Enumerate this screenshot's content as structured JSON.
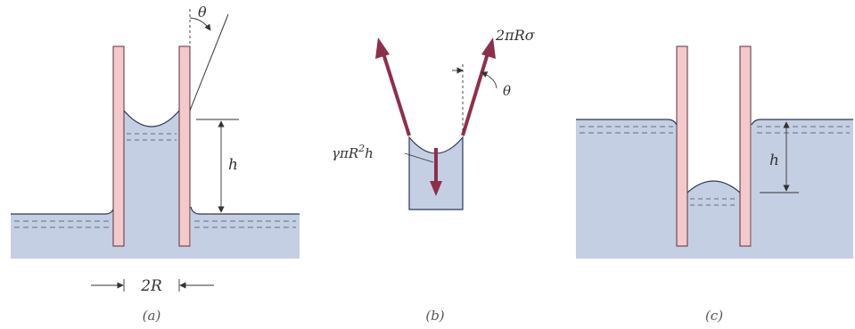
{
  "colors": {
    "fluid": "#c5cfe3",
    "fluid_edge": "#2c3a5a",
    "tube_fill": "#f4c9cc",
    "tube_edge": "#55333a",
    "arrow": "#8e2f4a",
    "dims": "#333333",
    "dashes": "#5f6c8c"
  },
  "panels": [
    {
      "caption": "(a)",
      "labels": {
        "angle": "θ",
        "height": "h",
        "width": "2R"
      }
    },
    {
      "caption": "(b)",
      "labels": {
        "surface_force": "2πRσ",
        "angle": "θ",
        "weight_prefix": "γπR",
        "weight_exp": "2",
        "weight_suffix": "h"
      }
    },
    {
      "caption": "(c)",
      "labels": {
        "height": "h"
      }
    }
  ]
}
